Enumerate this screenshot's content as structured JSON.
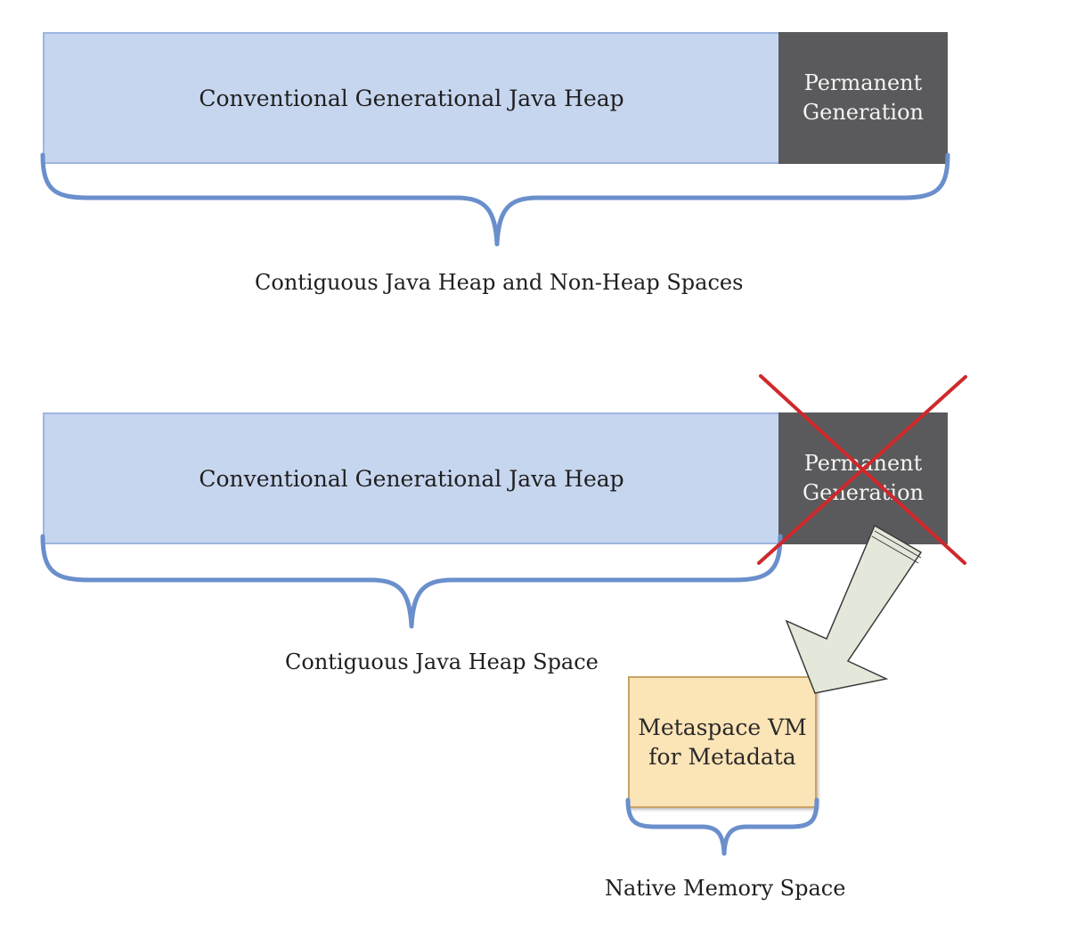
{
  "top_diagram": {
    "heap_label": "Conventional Generational Java Heap",
    "perm_label_line1": "Permanent",
    "perm_label_line2": "Generation",
    "brace_label": "Contiguous Java Heap and Non-Heap Spaces"
  },
  "bottom_diagram": {
    "heap_label": "Conventional Generational Java Heap",
    "perm_label_line1": "Permanent",
    "perm_label_line2": "Generation",
    "heap_brace_label": "Contiguous Java Heap Space",
    "metaspace_label_line1": "Metaspace VM",
    "metaspace_label_line2": "for Metadata",
    "native_brace_label": "Native Memory Space"
  },
  "colors": {
    "heap_fill": "#c7d6ef",
    "perm_fill": "#5a5a5c",
    "metaspace_fill": "#fbe4b6",
    "brace_stroke": "#6a8fcc",
    "cross_stroke": "#d0282b",
    "arrow_fill": "#e4e8da"
  }
}
